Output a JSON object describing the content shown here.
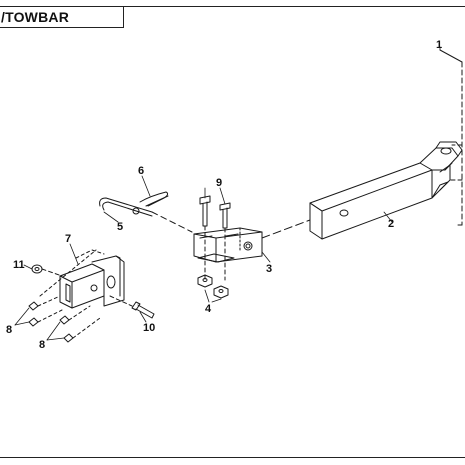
{
  "title": "/TOWBAR",
  "callouts": {
    "c1": "1",
    "c2": "2",
    "c3": "3",
    "c4": "4",
    "c5": "5",
    "c6": "6",
    "c7": "7",
    "c8a": "8",
    "c8b": "8",
    "c9": "9",
    "c10": "10",
    "c11": "11"
  }
}
